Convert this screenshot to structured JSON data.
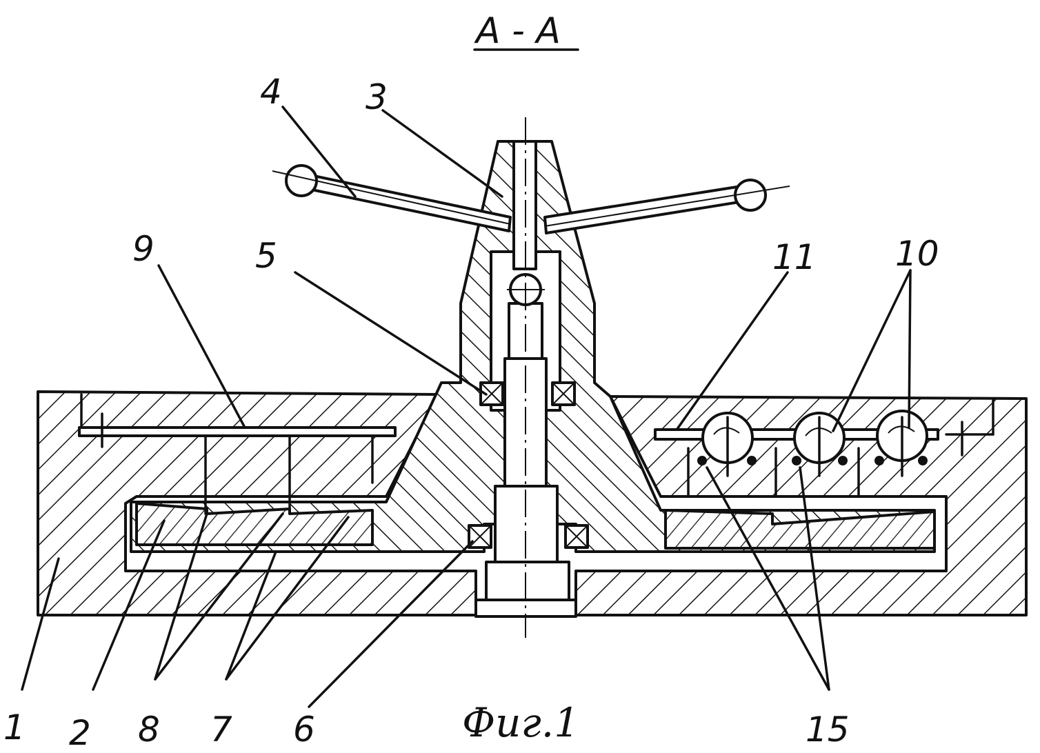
{
  "drawing": {
    "section_title": "A - A",
    "caption": "Фиг.1",
    "labels": {
      "l1": "1",
      "l2": "2",
      "l3": "3",
      "l4": "4",
      "l5": "5",
      "l6": "6",
      "l7": "7",
      "l8": "8",
      "l9": "9",
      "l10": "10",
      "l11": "11",
      "l15": "15"
    }
  },
  "colors": {
    "ink": "#111111",
    "paper": "#ffffff"
  }
}
